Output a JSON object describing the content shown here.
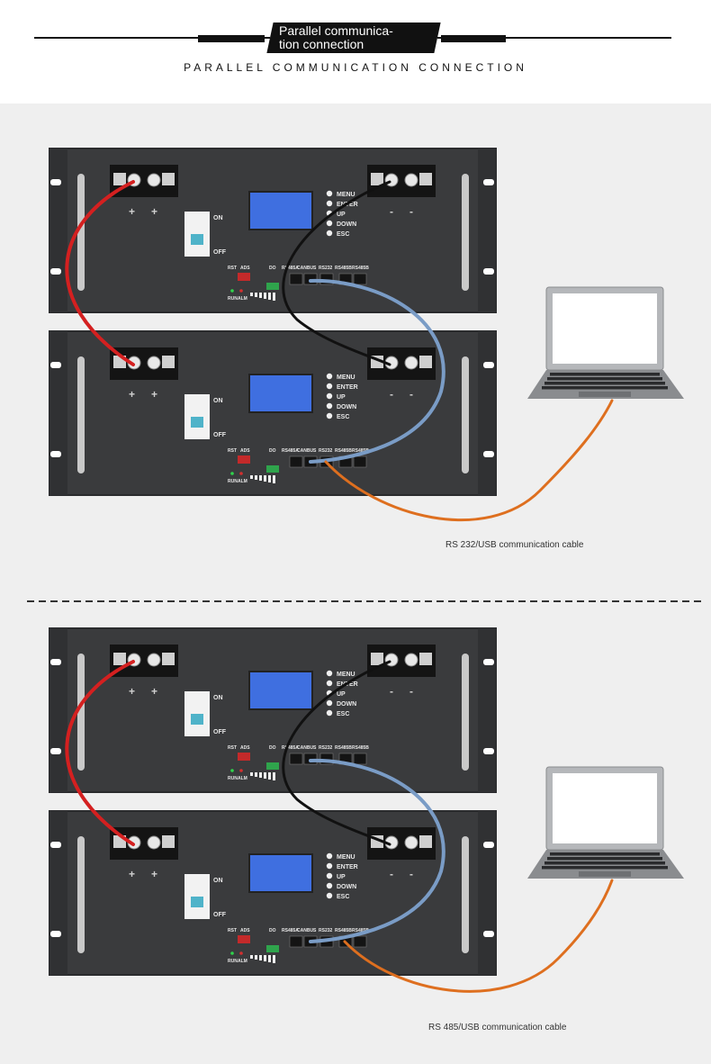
{
  "header": {
    "title": "Parallel communica-\ntion connection",
    "subtitle": "PARALLEL COMMUNICATION CONNECTION"
  },
  "panel": {
    "switch_on": "ON",
    "switch_off": "OFF",
    "menu_items": [
      "MENU",
      "ENTER",
      "UP",
      "DOWN",
      "ESC"
    ],
    "port_labels": [
      "RS485A",
      "CANBUS",
      "RS232",
      "RS485B",
      "RS485B"
    ],
    "rst_label": "RST",
    "ads_label": "ADS",
    "do_label": "DO",
    "run_label": "RUN",
    "alm_label": "ALM",
    "plus": "+",
    "minus": "-"
  },
  "sections": [
    {
      "cable_label": "RS 232/USB communication cable"
    },
    {
      "cable_label": "RS 485/USB communication cable"
    }
  ],
  "colors": {
    "panel": "#3a3b3d",
    "panel_edge": "#2a2b2d",
    "lcd": "#3f6fe0",
    "power_cable": "#d42020",
    "negative_cable": "#111111",
    "comm_cable": "#7a9cc6",
    "usb_cable": "#de6f1f",
    "background": "#efefef"
  }
}
